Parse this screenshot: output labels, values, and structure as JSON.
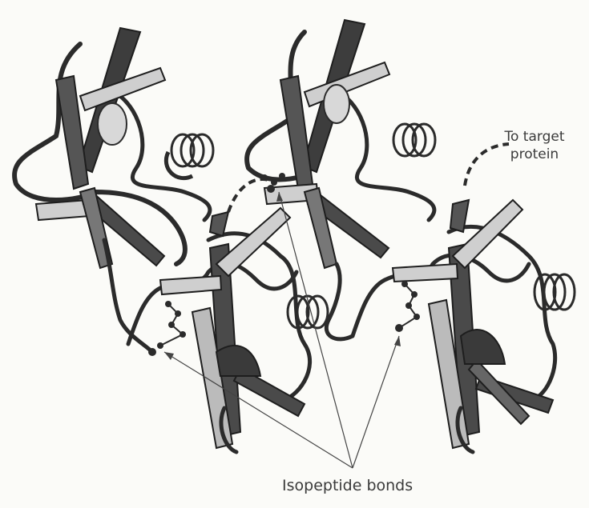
{
  "labels": {
    "to_target_line1": "To target",
    "to_target_line2": "protein",
    "isopeptide_bonds": "Isopeptide bonds"
  },
  "colors": {
    "ribbon": "#2b2b2b",
    "strand_dark": "#4a4a4a",
    "strand_light": "#bdbdbd",
    "background": "#fbfbf8"
  },
  "molecule": {
    "description_icons": [
      "ubiquitin-unit-1",
      "ubiquitin-unit-2",
      "ubiquitin-unit-3",
      "ubiquitin-unit-4"
    ]
  }
}
